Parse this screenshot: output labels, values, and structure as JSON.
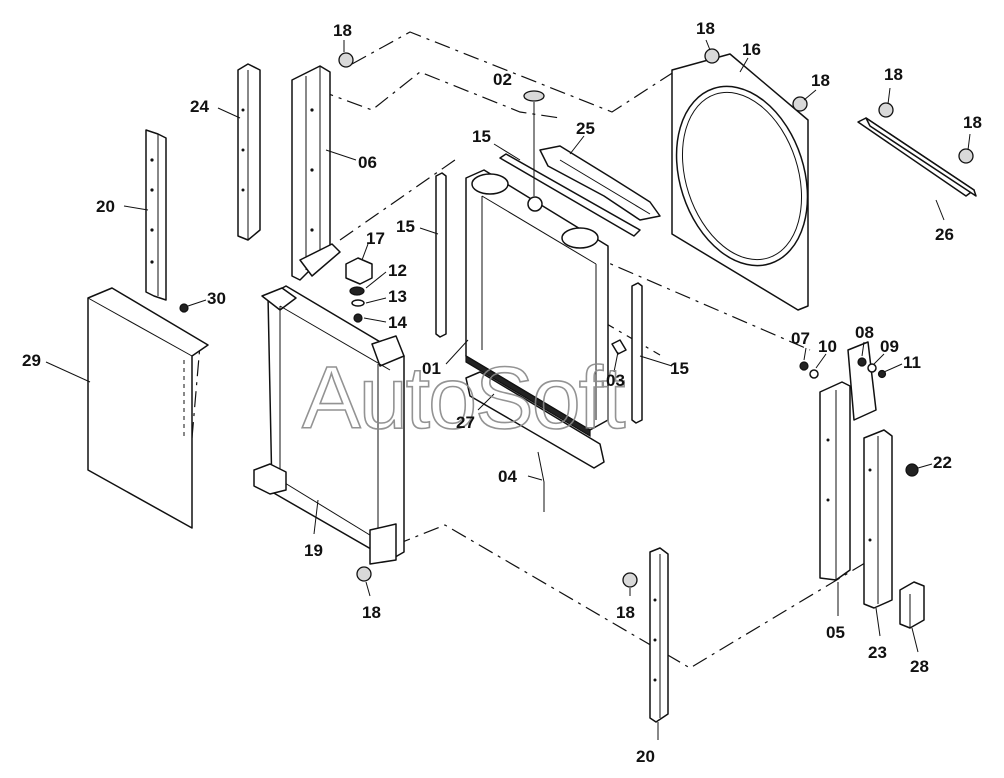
{
  "watermark": "AutoSoft",
  "labels": [
    {
      "id": "l18a",
      "text": "18"
    },
    {
      "id": "l02",
      "text": "02"
    },
    {
      "id": "l18b",
      "text": "18"
    },
    {
      "id": "l16",
      "text": "16"
    },
    {
      "id": "l18c",
      "text": "18"
    },
    {
      "id": "l18d",
      "text": "18"
    },
    {
      "id": "l18e",
      "text": "18"
    },
    {
      "id": "l24",
      "text": "24"
    },
    {
      "id": "l06",
      "text": "06"
    },
    {
      "id": "l15a",
      "text": "15"
    },
    {
      "id": "l25",
      "text": "25"
    },
    {
      "id": "l20a",
      "text": "20"
    },
    {
      "id": "l26",
      "text": "26"
    },
    {
      "id": "l15b",
      "text": "15"
    },
    {
      "id": "l17",
      "text": "17"
    },
    {
      "id": "l12",
      "text": "12"
    },
    {
      "id": "l30",
      "text": "30"
    },
    {
      "id": "l13",
      "text": "13"
    },
    {
      "id": "l14",
      "text": "14"
    },
    {
      "id": "l29",
      "text": "29"
    },
    {
      "id": "l07",
      "text": "07"
    },
    {
      "id": "l10",
      "text": "10"
    },
    {
      "id": "l08",
      "text": "08"
    },
    {
      "id": "l09",
      "text": "09"
    },
    {
      "id": "l11",
      "text": "11"
    },
    {
      "id": "l01",
      "text": "01"
    },
    {
      "id": "l03",
      "text": "03"
    },
    {
      "id": "l15c",
      "text": "15"
    },
    {
      "id": "l27",
      "text": "27"
    },
    {
      "id": "l22",
      "text": "22"
    },
    {
      "id": "l04",
      "text": "04"
    },
    {
      "id": "l19",
      "text": "19"
    },
    {
      "id": "l18f",
      "text": "18"
    },
    {
      "id": "l18g",
      "text": "18"
    },
    {
      "id": "l05",
      "text": "05"
    },
    {
      "id": "l23",
      "text": "23"
    },
    {
      "id": "l28",
      "text": "28"
    },
    {
      "id": "l20b",
      "text": "20"
    }
  ]
}
